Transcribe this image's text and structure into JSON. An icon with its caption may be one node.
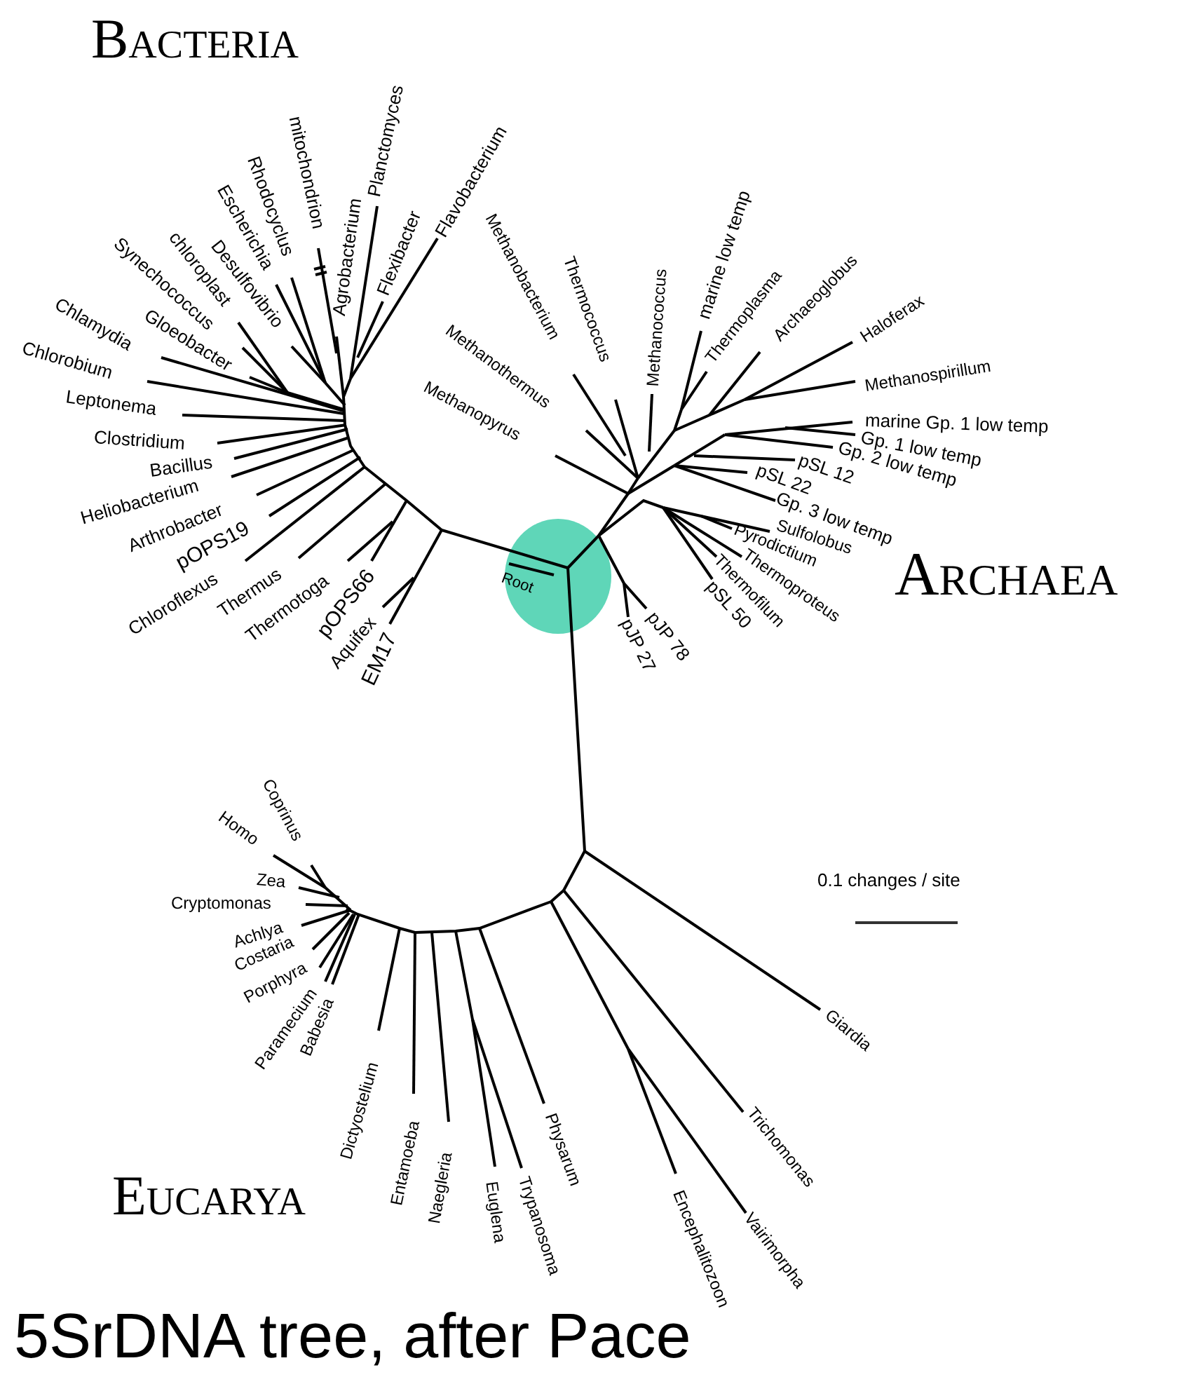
{
  "diagram": {
    "caption": "5SrDNA tree, after Pace",
    "labels": [
      "Bacteria",
      "Flavobacterium",
      "Flexibacter",
      "Planctomyces",
      "Agrobacterium",
      "mitochondrion",
      "Rhodocyclus",
      "Escherichia",
      "Desulfovibrio",
      "chloroplast",
      "Synechococcus",
      "Chlamydia",
      "Gloeobacter",
      "Chlorobium",
      "Leptonema",
      "Clostridium",
      "Bacillus",
      "Heliobacterium",
      "Arthrobacter",
      "pOPS19",
      "Chloroflexus",
      "Thermus",
      "Thermotoga",
      "pOPS66",
      "Aquifex",
      "EM17",
      "Methanobacterium",
      "Thermococcus",
      "Methanococcus",
      "marine low temp",
      "Thermoplasma",
      "Archaeoglobus",
      "Haloferax",
      "Methanothermus",
      "Methanospirillum",
      "Methanopyrus",
      "marine Gp. 1 low temp",
      "Gp. 1 low temp",
      "Gp. 2 low temp",
      "pSL 12",
      "pSL 22",
      "Gp. 3 low temp",
      "Sulfolobus",
      "Pyrodictium",
      "Thermoproteus",
      "Thermofilum",
      "pSL 50",
      "Archaea",
      "Root",
      "pJP 78",
      "pJP 27",
      "0.1 changes / site",
      "Coprinus",
      "Homo",
      "Zea",
      "Cryptomonas",
      "Achlya",
      "Costaria",
      "Porphyra",
      "Paramecium",
      "Babesia",
      "Giardia",
      "Dictyostelium",
      "Entamoeba",
      "Naegleria",
      "Euglena",
      "Trypanosoma",
      "Physarum",
      "Trichomonas",
      "Encephalitozoon",
      "Vairimorpha",
      "Eucarya"
    ]
  }
}
